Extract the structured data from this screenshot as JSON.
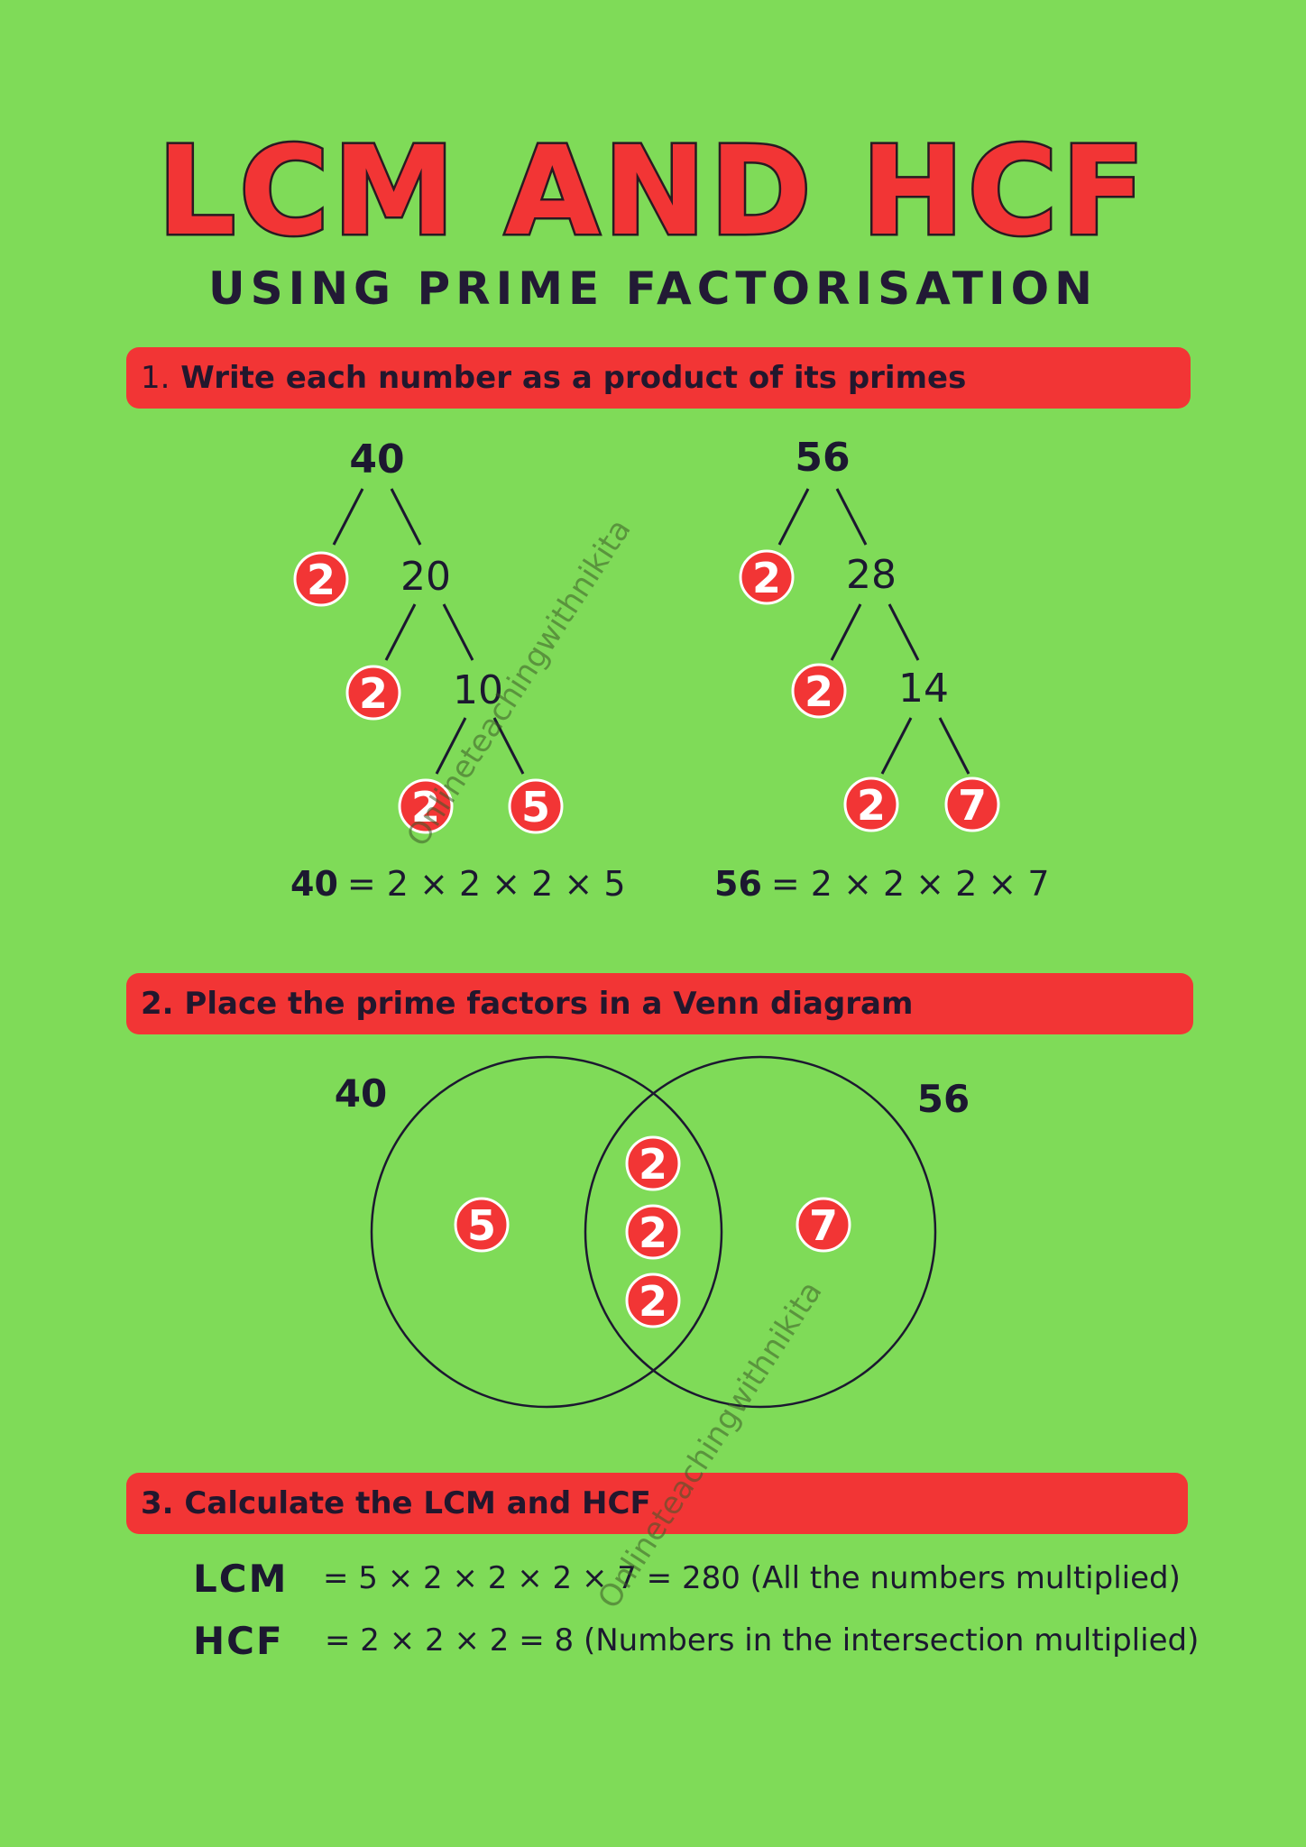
{
  "title": "LCM AND HCF",
  "subtitle": "USING PRIME FACTORISATION",
  "colors": {
    "background": "#7fdb58",
    "accent": "#f23535",
    "text": "#1c1830"
  },
  "step1": {
    "number": "1.",
    "label": "Write each number as a product of its primes",
    "tree_40": {
      "root": "40",
      "level2": "20",
      "level3": "10",
      "primes": [
        "2",
        "2",
        "2",
        "5"
      ]
    },
    "tree_56": {
      "root": "56",
      "level2": "28",
      "level3": "14",
      "primes": [
        "2",
        "2",
        "2",
        "7"
      ]
    },
    "result_40": {
      "number": "40",
      "expression": "= 2 × 2 × 2 × 5"
    },
    "result_56": {
      "number": "56",
      "expression": "= 2 × 2 × 2 × 7"
    }
  },
  "step2": {
    "number": "2.",
    "label": "Place the prime factors in a Venn diagram",
    "venn": {
      "left_label": "40",
      "right_label": "56",
      "left_only": [
        "5"
      ],
      "intersection": [
        "2",
        "2",
        "2"
      ],
      "right_only": [
        "7"
      ]
    }
  },
  "step3": {
    "number": "3.",
    "label": "Calculate the LCM and HCF",
    "lcm": {
      "label": "LCM",
      "text": "= 5 × 2 × 2 × 2 × 7 = 280 (All the numbers multiplied)"
    },
    "hcf": {
      "label": "HCF",
      "text": "= 2 × 2 × 2  = 8 (Numbers in the intersection multiplied)"
    }
  },
  "watermark": "Onlineteachingwithnikita"
}
